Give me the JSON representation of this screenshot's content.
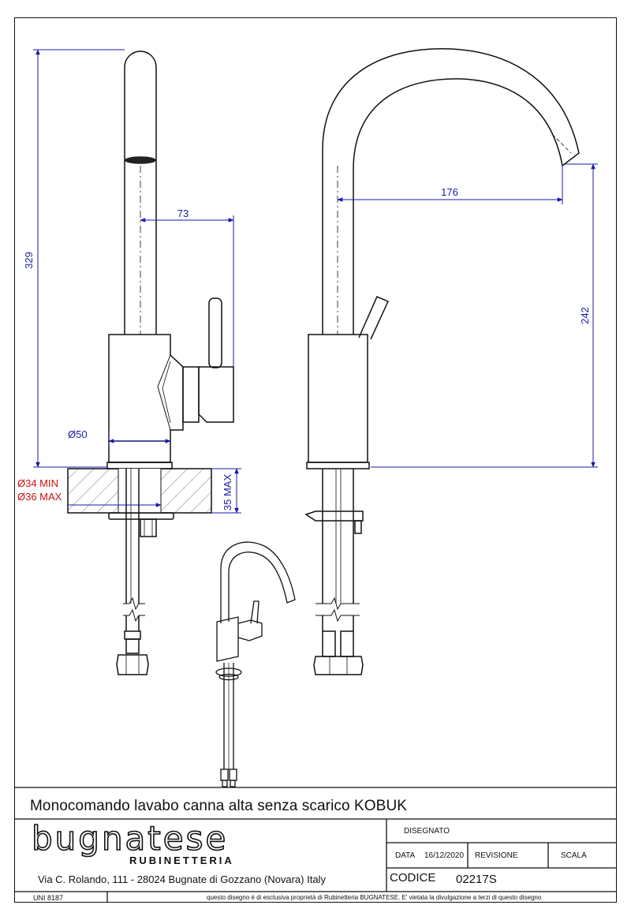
{
  "drawing": {
    "dimensions": {
      "height_total": "329",
      "spout_reach_side": "73",
      "spout_reach_front": "176",
      "spout_height": "242",
      "base_diameter": "Ø50",
      "hole_min": "Ø34 MIN",
      "hole_max": "Ø36 MAX",
      "counter_thickness": "35 MAX"
    },
    "colors": {
      "dimension": "#1a1aa8",
      "hole_note": "#d01010",
      "line": "#111111"
    }
  },
  "title_block": {
    "title": "Monocomando lavabo canna alta senza scarico KOBUK",
    "brand": "bugnatese",
    "brand_sub": "RUBINETTERIA",
    "address": "Via C. Rolando, 111 - 28024 Bugnate di Gozzano (Novara) Italy",
    "designed_label": "DISEGNATO",
    "date_label": "DATA",
    "date_value": "16/12/2020",
    "revision_label": "REVISIONE",
    "scale_label": "SCALA",
    "code_label": "CODICE",
    "code_value": "02217S",
    "standard": "UNI 8187",
    "notice": "questo disegno è di esclusiva proprietà di Rubinetteria BUGNATESE. E' vietata la divulgazione a terzi di questo disegno"
  }
}
